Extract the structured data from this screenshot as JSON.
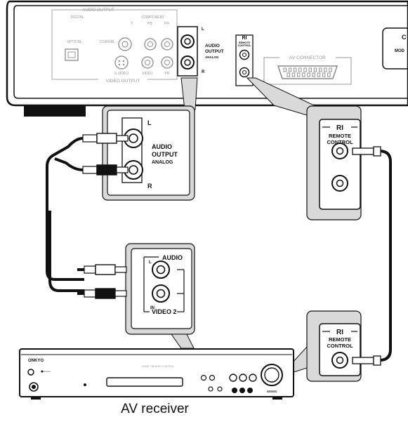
{
  "player": {
    "audio_output_group": "AUDIO OUTPUT",
    "digital": "DIGITAL",
    "optical": "OPTICAL",
    "coaxial": "COAXIAL",
    "component": "COMPONENT",
    "comp_y": "Y",
    "comp_pb": "PB",
    "comp_pr": "PR",
    "s_video": "S VIDEO",
    "video": "VIDEO",
    "video_output_group": "VIDEO OUTPUT",
    "l": "L",
    "r": "R",
    "audio_output_l1": "AUDIO",
    "audio_output_l2": "OUTPUT",
    "analog": "ANALOG",
    "ri": "RI",
    "remote_control_l1": "REMOTE",
    "remote_control_l2": "CONTROL",
    "av_connector": "AV CONNECTOR",
    "edge_text_1": "C",
    "edge_text_2": "MOD"
  },
  "zoom_audio_out": {
    "l": "L",
    "line1": "AUDIO",
    "line2": "OUTPUT",
    "analog": "ANALOG",
    "r": "R"
  },
  "zoom_ri_top": {
    "ri": "RI",
    "line1": "REMOTE",
    "line2": "CONTROL"
  },
  "zoom_audio_in": {
    "audio": "AUDIO",
    "l": "L",
    "in": "IN",
    "video2": "VIDEO 2"
  },
  "zoom_ri_bottom": {
    "ri": "RI",
    "line1": "REMOTE",
    "line2": "CONTROL"
  },
  "receiver": {
    "brand": "ONKYO",
    "caption": "AV receiver"
  }
}
